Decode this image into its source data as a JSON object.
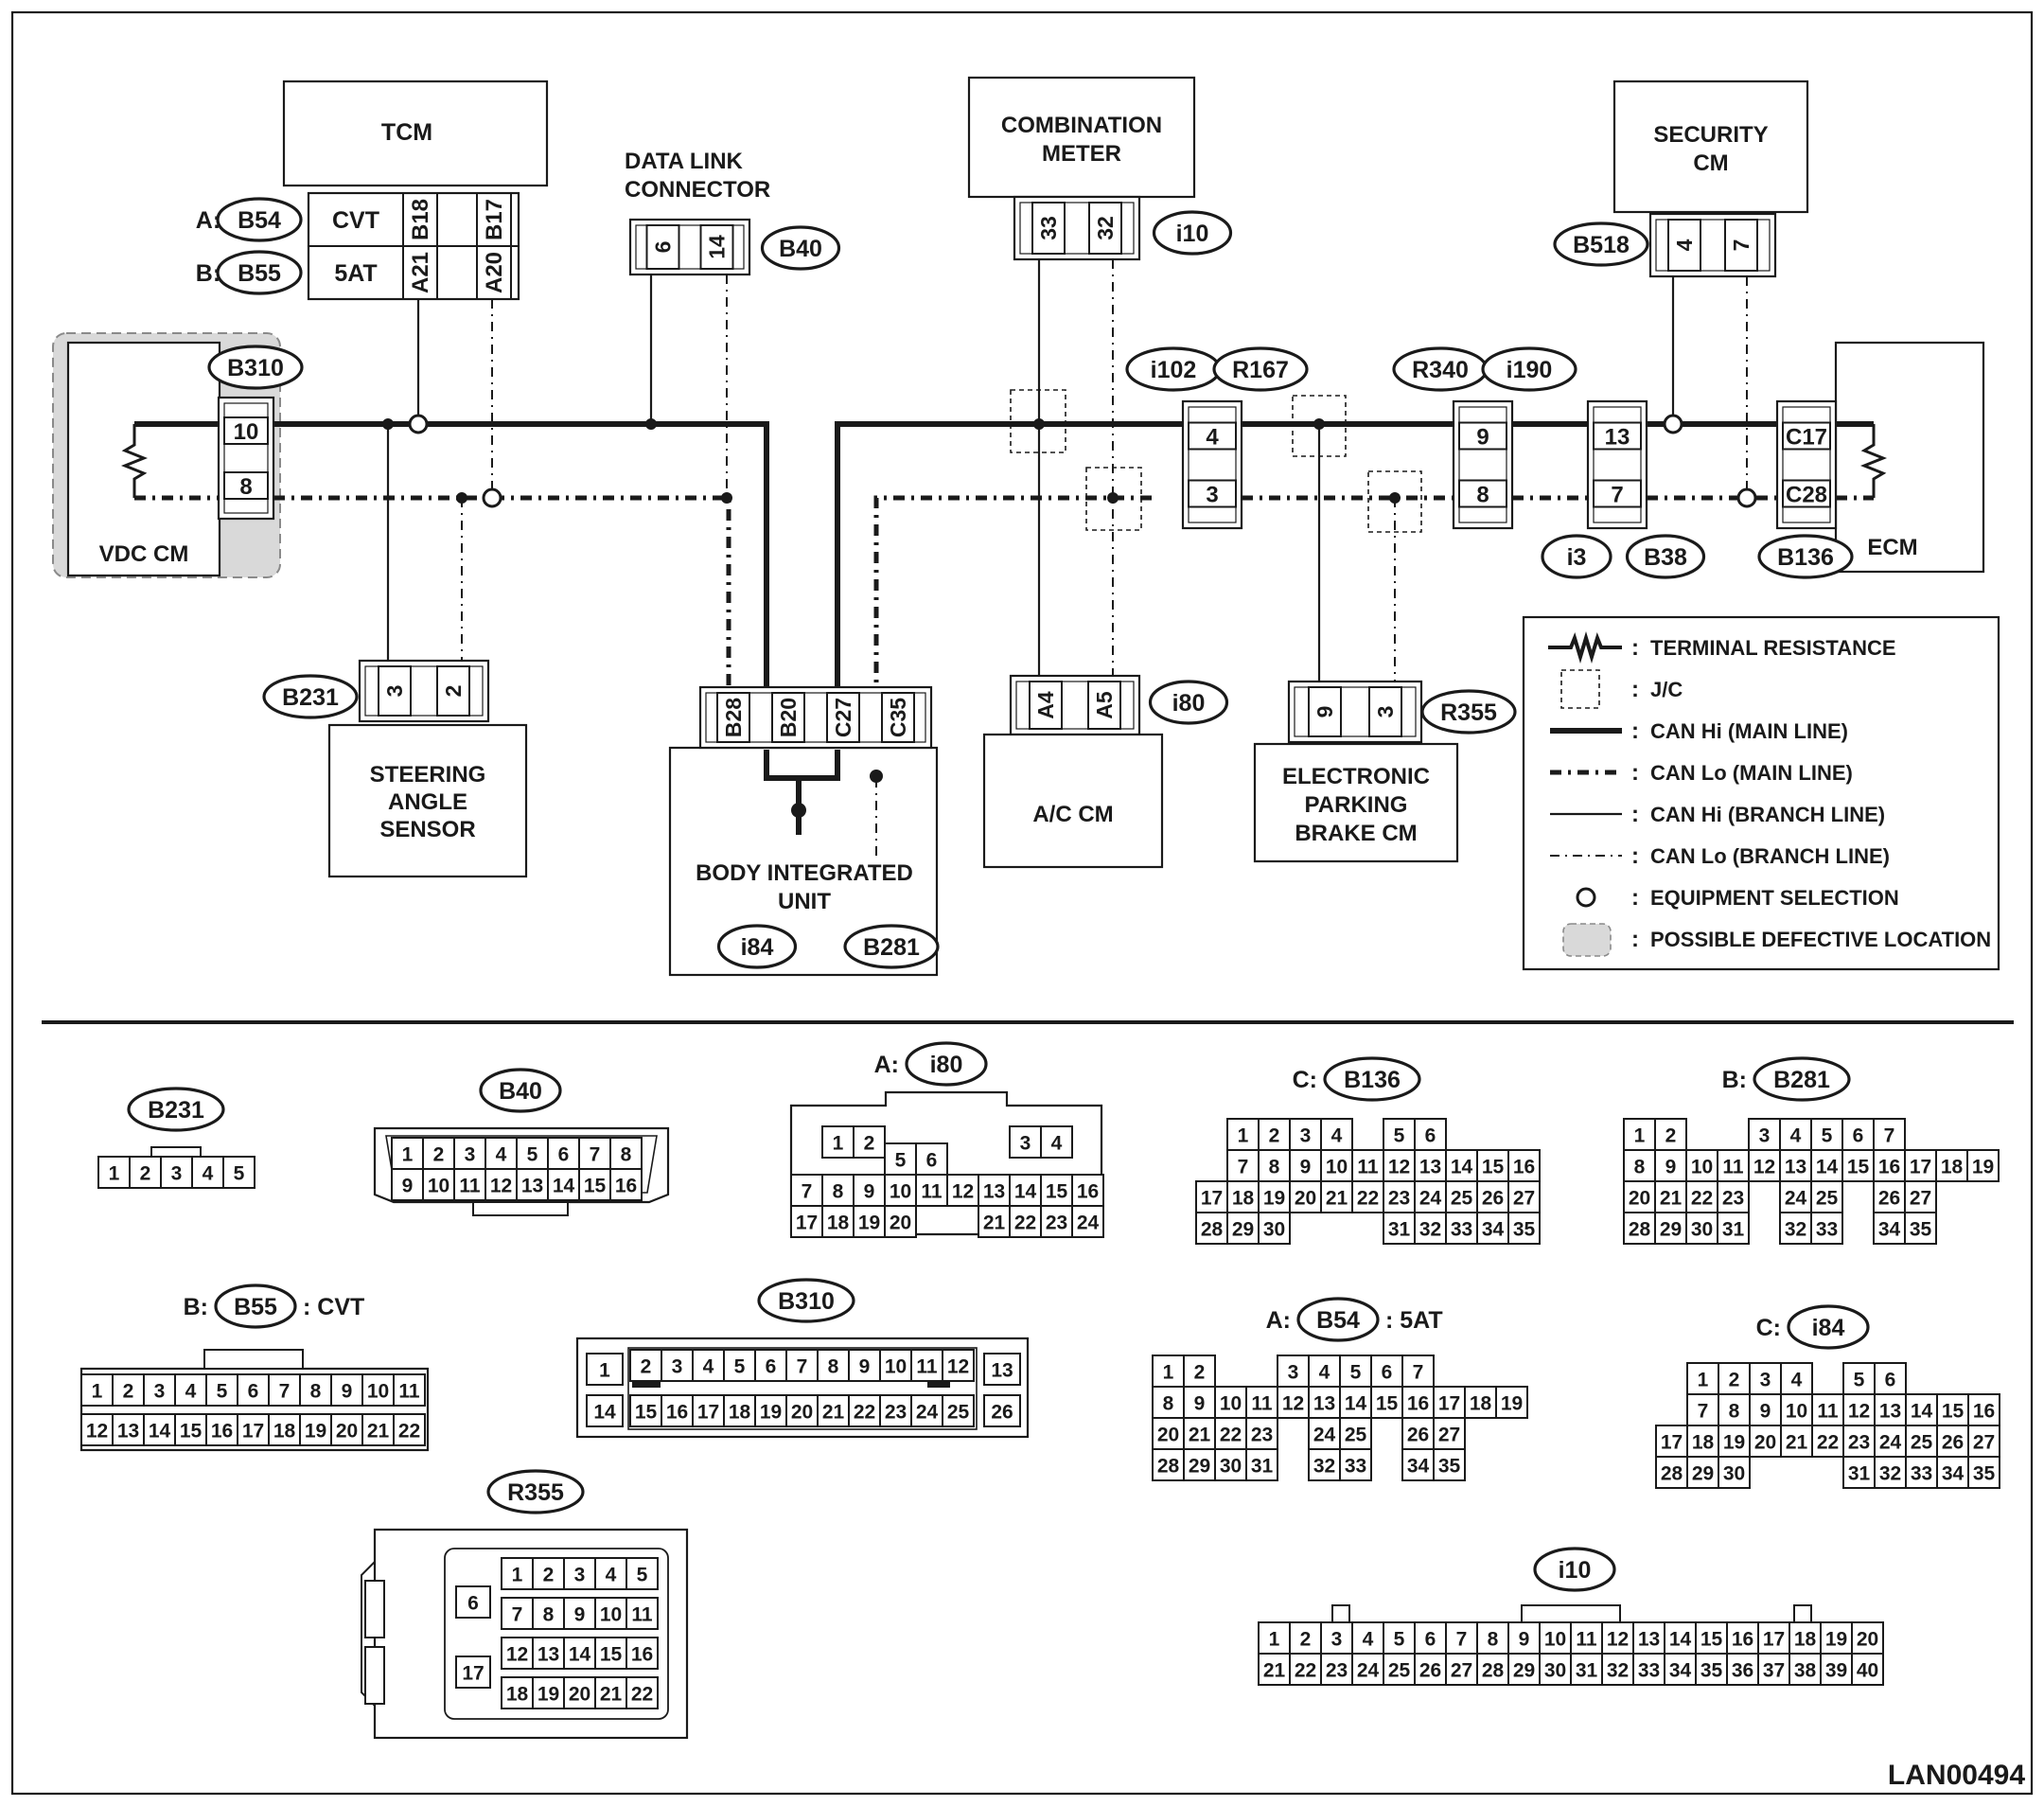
{
  "modules": {
    "tcm": "TCM",
    "data_link_connector": [
      "DATA LINK",
      "CONNECTOR"
    ],
    "combination_meter": [
      "COMBINATION",
      "METER"
    ],
    "security_cm": [
      "SECURITY",
      "CM"
    ],
    "vdc_cm": "VDC CM",
    "ecm": "ECM",
    "steering_angle_sensor": [
      "STEERING",
      "ANGLE",
      "SENSOR"
    ],
    "body_integrated_unit": [
      "BODY INTEGRATED",
      "UNIT"
    ],
    "ac_cm": "A/C CM",
    "electronic_parking_brake_cm": [
      "ELECTRONIC",
      "PARKING",
      "BRAKE CM"
    ]
  },
  "tcm_table": {
    "rows": [
      {
        "prefix": "A:",
        "connector": "B54",
        "type": "CVT",
        "hi": "B18",
        "lo": "B17"
      },
      {
        "prefix": "B:",
        "connector": "B55",
        "type": "5AT",
        "hi": "A21",
        "lo": "A20"
      }
    ]
  },
  "connector_tags": {
    "dlc": "B40",
    "meter": "i10",
    "security": "B518",
    "vdc": "B310",
    "i102": "i102",
    "r167": "R167",
    "r340": "R340",
    "i190": "i190",
    "i3": "i3",
    "b38": "B38",
    "b136": "B136",
    "steering": "B231",
    "ac": "i80",
    "epb": "R355",
    "biu_a": "i84",
    "biu_b": "B281"
  },
  "pins": {
    "dlc": [
      "6",
      "14"
    ],
    "meter": [
      "33",
      "32"
    ],
    "security": [
      "4",
      "7"
    ],
    "vdc": [
      "10",
      "8"
    ],
    "ecm": [
      "C17",
      "C28"
    ],
    "jc1": [
      "4",
      "3"
    ],
    "jc2": [
      "9",
      "8"
    ],
    "jc3": [
      "13",
      "7"
    ],
    "steering": [
      "3",
      "2"
    ],
    "biu": [
      "B28",
      "B20",
      "C27",
      "C35"
    ],
    "ac": [
      "A4",
      "A5"
    ],
    "epb": [
      "9",
      "3"
    ]
  },
  "legend": [
    {
      "symbol": "terminal-resistance",
      "label": "TERMINAL RESISTANCE"
    },
    {
      "symbol": "jc",
      "label": "J/C"
    },
    {
      "symbol": "can-hi-main",
      "label": "CAN Hi (MAIN LINE)"
    },
    {
      "symbol": "can-lo-main",
      "label": "CAN Lo (MAIN LINE)"
    },
    {
      "symbol": "can-hi-branch",
      "label": "CAN Hi (BRANCH LINE)"
    },
    {
      "symbol": "can-lo-branch",
      "label": "CAN Lo (BRANCH LINE)"
    },
    {
      "symbol": "equipment-selection",
      "label": "EQUIPMENT SELECTION"
    },
    {
      "symbol": "possible-defective",
      "label": "POSSIBLE DEFECTIVE LOCATION"
    }
  ],
  "legend_separator": ":",
  "face_captions": {
    "b231": {
      "prefix": "",
      "tag": "B231",
      "suffix": ""
    },
    "b40": {
      "prefix": "",
      "tag": "B40",
      "suffix": ""
    },
    "i80": {
      "prefix": "A:",
      "tag": "i80",
      "suffix": ""
    },
    "b136": {
      "prefix": "C:",
      "tag": "B136",
      "suffix": ""
    },
    "b281": {
      "prefix": "B:",
      "tag": "B281",
      "suffix": ""
    },
    "b55": {
      "prefix": "B:",
      "tag": "B55",
      "suffix": ": CVT"
    },
    "b310": {
      "prefix": "",
      "tag": "B310",
      "suffix": ""
    },
    "b54": {
      "prefix": "A:",
      "tag": "B54",
      "suffix": ": 5AT"
    },
    "i84": {
      "prefix": "C:",
      "tag": "i84",
      "suffix": ""
    },
    "r355": {
      "prefix": "",
      "tag": "R355",
      "suffix": ""
    },
    "i10": {
      "prefix": "",
      "tag": "i10",
      "suffix": ""
    }
  },
  "faces": {
    "b231": [
      [
        "1",
        "2",
        "3",
        "4",
        "5"
      ]
    ],
    "b40": [
      [
        "1",
        "2",
        "3",
        "4",
        "5",
        "6",
        "7",
        "8"
      ],
      [
        "9",
        "10",
        "11",
        "12",
        "13",
        "14",
        "15",
        "16"
      ]
    ],
    "i80": [
      [
        "1",
        "2",
        "",
        "",
        "3",
        "4"
      ],
      [
        "5",
        "6"
      ],
      [
        "7",
        "8",
        "9",
        "10",
        "11",
        "12",
        "13",
        "14",
        "15",
        "16"
      ],
      [
        "17",
        "18",
        "19",
        "20",
        "21",
        "22",
        "23",
        "24"
      ]
    ],
    "b136": [
      [
        "1",
        "2",
        "3",
        "4",
        "5",
        "6"
      ],
      [
        "7",
        "8",
        "9",
        "10",
        "11",
        "12",
        "13",
        "14",
        "15",
        "16"
      ],
      [
        "17",
        "18",
        "19",
        "20",
        "21",
        "22",
        "23",
        "24",
        "25",
        "26",
        "27"
      ],
      [
        "28",
        "29",
        "30",
        "31",
        "32",
        "33",
        "34",
        "35"
      ]
    ],
    "b281": [
      [
        "1",
        "2",
        "3",
        "4",
        "5",
        "6",
        "7"
      ],
      [
        "8",
        "9",
        "10",
        "11",
        "12",
        "13",
        "14",
        "15",
        "16",
        "17",
        "18",
        "19"
      ],
      [
        "20",
        "21",
        "22",
        "23",
        "24",
        "25",
        "26",
        "27"
      ],
      [
        "28",
        "29",
        "30",
        "31",
        "32",
        "33",
        "34",
        "35"
      ]
    ],
    "b55": [
      [
        "1",
        "2",
        "3",
        "4",
        "5",
        "6",
        "7",
        "8",
        "9",
        "10",
        "11"
      ],
      [
        "12",
        "13",
        "14",
        "15",
        "16",
        "17",
        "18",
        "19",
        "20",
        "21",
        "22"
      ]
    ],
    "b310": [
      [
        "1",
        "2",
        "3",
        "4",
        "5",
        "6",
        "7",
        "8",
        "9",
        "10",
        "11",
        "12",
        "13"
      ],
      [
        "14",
        "15",
        "16",
        "17",
        "18",
        "19",
        "20",
        "21",
        "22",
        "23",
        "24",
        "25",
        "26"
      ]
    ],
    "b54": [
      [
        "1",
        "2",
        "3",
        "4",
        "5",
        "6",
        "7"
      ],
      [
        "8",
        "9",
        "10",
        "11",
        "12",
        "13",
        "14",
        "15",
        "16",
        "17",
        "18",
        "19"
      ],
      [
        "20",
        "21",
        "22",
        "23",
        "24",
        "25",
        "26",
        "27"
      ],
      [
        "28",
        "29",
        "30",
        "31",
        "32",
        "33",
        "34",
        "35"
      ]
    ],
    "i84": [
      [
        "1",
        "2",
        "3",
        "4",
        "5",
        "6"
      ],
      [
        "7",
        "8",
        "9",
        "10",
        "11",
        "12",
        "13",
        "14",
        "15",
        "16"
      ],
      [
        "17",
        "18",
        "19",
        "20",
        "21",
        "22",
        "23",
        "24",
        "25",
        "26",
        "27"
      ],
      [
        "28",
        "29",
        "30",
        "31",
        "32",
        "33",
        "34",
        "35"
      ]
    ],
    "r355": [
      [
        "1",
        "2",
        "3",
        "4",
        "5"
      ],
      [
        "6"
      ],
      [
        "7",
        "8",
        "9",
        "10",
        "11"
      ],
      [
        "12",
        "13",
        "14",
        "15",
        "16"
      ],
      [
        "17"
      ],
      [
        "18",
        "19",
        "20",
        "21",
        "22"
      ]
    ],
    "i10": [
      [
        "1",
        "2",
        "3",
        "4",
        "5",
        "6",
        "7",
        "8",
        "9",
        "10",
        "11",
        "12",
        "13",
        "14",
        "15",
        "16",
        "17",
        "18",
        "19",
        "20"
      ],
      [
        "21",
        "22",
        "23",
        "24",
        "25",
        "26",
        "27",
        "28",
        "29",
        "30",
        "31",
        "32",
        "33",
        "34",
        "35",
        "36",
        "37",
        "38",
        "39",
        "40"
      ]
    ]
  },
  "figure_code": "LAN00494",
  "colors": {
    "ink": "#1a1a1a",
    "defective_fill": "#d9d9d9",
    "background": "#ffffff"
  }
}
